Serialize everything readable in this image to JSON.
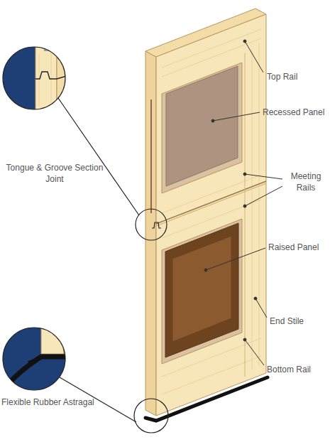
{
  "diagram": {
    "labels": [
      "Top Rail",
      "Recessed Panel",
      "Meeting Rails",
      "Raised Panel",
      "End Stile",
      "Bottom Rail",
      "Tongue & Groove Section Joint",
      "Flexible Rubber Astragal"
    ]
  }
}
